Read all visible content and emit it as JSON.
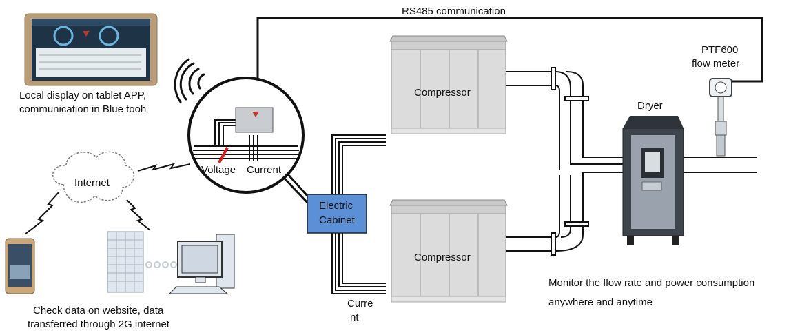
{
  "labels": {
    "rs485": "RS485 communication",
    "meter_line1": "PTF600",
    "meter_line2": "flow meter",
    "tablet_line1": "Local display on tablet APP,",
    "tablet_line2": "communication in Blue tooh",
    "dryer": "Dryer",
    "compressor_top": "Compressor",
    "compressor_bottom": "Compressor",
    "voltage": "Voltage",
    "current": "Current",
    "internet": "Internet",
    "cabinet_line1": "Electric",
    "cabinet_line2": "Cabinet",
    "website_line1": "Check data on website, data",
    "website_line2": "transferred through 2G internet",
    "current_bottom_line1": "Curre",
    "current_bottom_line2": "nt",
    "monitor_line1": "Monitor the flow rate and power consumption",
    "monitor_line2": "anywhere and anytime"
  },
  "colors": {
    "cabinet_fill": "#5b8fd6",
    "dryer_body": "#3e444c",
    "compressor_body": "#d9d9d9",
    "voltage_marker": "#d42020",
    "wire": "#111111"
  },
  "icons": {
    "tablet": "tablet-icon",
    "phone": "smartphone-icon",
    "computer": "desktop-computer-icon",
    "server": "server-icon",
    "wireless": "wifi-signal-icon"
  }
}
